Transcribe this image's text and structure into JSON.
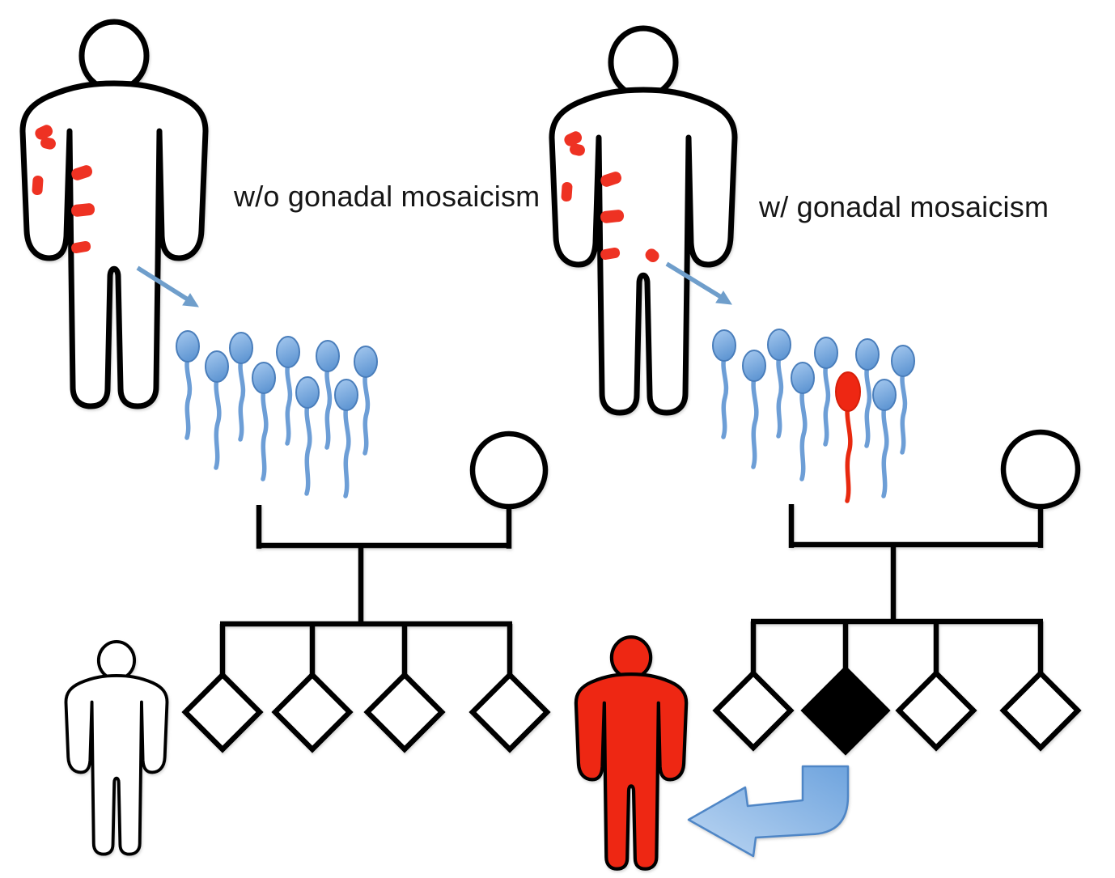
{
  "labels": {
    "left": "w/o gonadal mosaicism",
    "right": "w/ gonadal mosaicism"
  },
  "left_panel": {
    "skin_patches": 5,
    "sperm": {
      "count": 9,
      "mutant_indices": []
    },
    "pedigree": {
      "mother_symbol": "circle",
      "offspring": [
        "unaffected",
        "unaffected",
        "unaffected",
        "unaffected"
      ]
    },
    "result_figure": "unaffected"
  },
  "right_panel": {
    "skin_patches": 6,
    "sperm": {
      "count": 9,
      "mutant_indices": [
        5
      ]
    },
    "pedigree": {
      "mother_symbol": "circle",
      "offspring": [
        "unaffected",
        "affected",
        "unaffected",
        "unaffected"
      ]
    },
    "result_figure": "affected"
  },
  "colors": {
    "mutation_red": "#ee2713",
    "mark_red": "#ee3223",
    "sperm_tail_blue": "#6d9ed6",
    "sperm_head_light": "#a2c6ee",
    "sperm_head_dark": "#6298d4",
    "sperm_head_stroke": "#4a7ebb",
    "small_arrow_blue": "#6f9ecb",
    "bent_arrow_stroke": "#4f86c6",
    "outline_black": "#000000"
  }
}
